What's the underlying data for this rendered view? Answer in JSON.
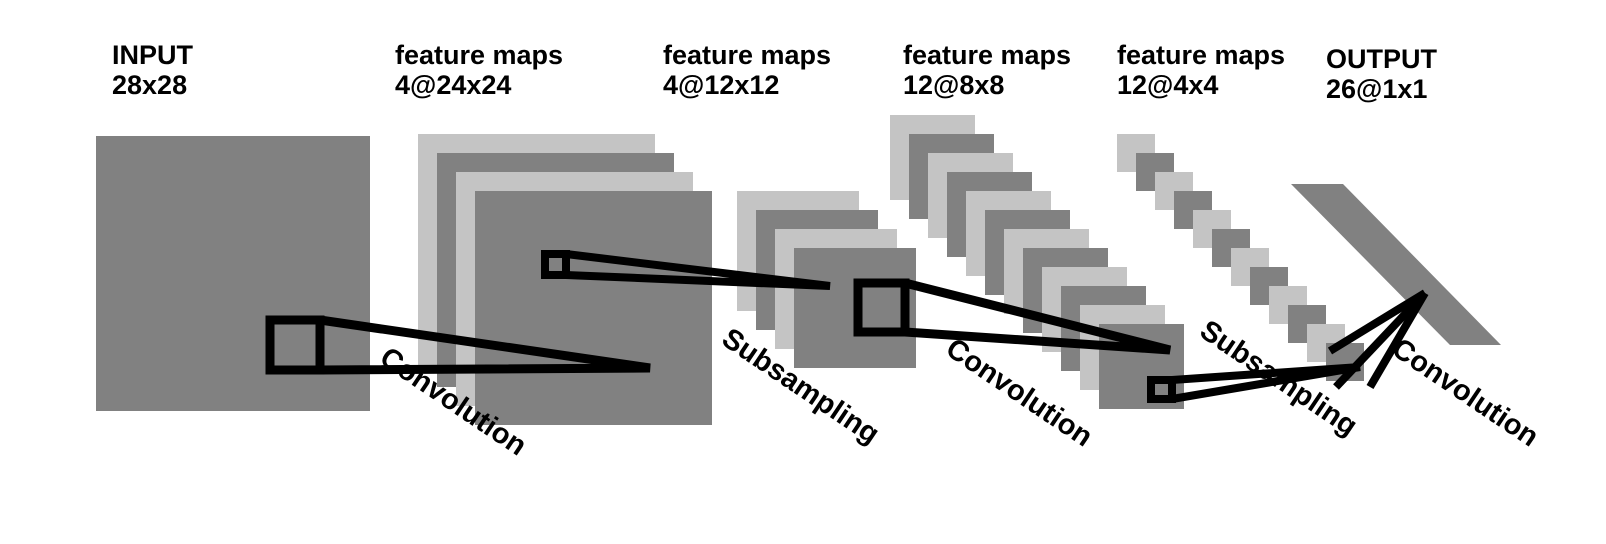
{
  "colors": {
    "background": "#ffffff",
    "dark_map": "#818181",
    "light_map": "#c4c4c4",
    "line": "#000000"
  },
  "layers": [
    {
      "name": "INPUT",
      "dims": "28x28"
    },
    {
      "name": "feature maps",
      "dims": "4@24x24"
    },
    {
      "name": "feature maps",
      "dims": "4@12x12"
    },
    {
      "name": "feature maps",
      "dims": "12@8x8"
    },
    {
      "name": "feature maps",
      "dims": "12@4x4"
    },
    {
      "name": "OUTPUT",
      "dims": "26@1x1"
    }
  ],
  "operations": [
    {
      "label": "Convolution"
    },
    {
      "label": "Subsampling"
    },
    {
      "label": "Convolution"
    },
    {
      "label": "Subsampling"
    },
    {
      "label": "Convolution"
    }
  ]
}
